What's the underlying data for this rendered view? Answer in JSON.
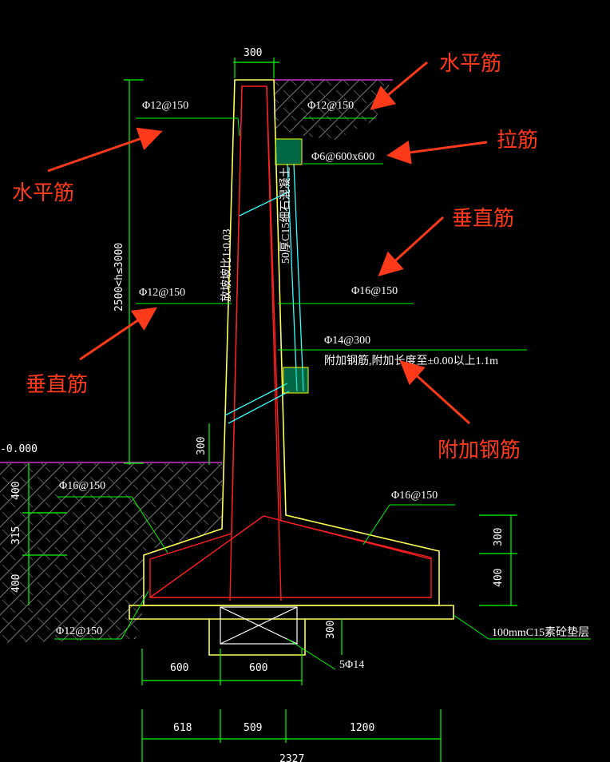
{
  "colors": {
    "background": "#000000",
    "dimension": "#00ff00",
    "wall": "#ffff55",
    "rebar": "#ff2020",
    "annotation": "#ff3a1a",
    "ground": "#cc33cc",
    "tie": "#33ffff"
  },
  "dims": {
    "top_width": "300",
    "height_range": "2500<h≤3000",
    "base_300": "300",
    "ground_level": "-0.000",
    "left_400a": "400",
    "left_315": "315",
    "left_400b": "400",
    "right_300": "300",
    "right_400": "400",
    "key_300": "300",
    "bot_600": "600",
    "bot_600b": "600",
    "total_618": "618",
    "total_509": "509",
    "total_1200": "1200",
    "total_2327": "2327"
  },
  "labels": {
    "rebar_tl": "Φ12@150",
    "rebar_tr": "Φ12@150",
    "tie_spec": "Φ6@600x600",
    "slope_left": "放坡坡比1:0.03",
    "slope_right": "50厚C15细石混凝土",
    "vert_left": "Φ12@150",
    "vert_right": "Φ16@150",
    "add_spec": "Φ14@300",
    "add_note": "附加钢筋,附加长度至±0.00以上1.1m",
    "base_left": "Φ16@150",
    "base_right": "Φ16@150",
    "base_bottom": "Φ12@150",
    "key_bars": "5Φ14",
    "cushion": "100mmC15素砼垫层"
  },
  "annotations": {
    "a1": "水平筋",
    "a2": "拉筋",
    "a3": "垂直筋",
    "a4": "水平筋",
    "a5": "垂直筋",
    "a6": "附加钢筋"
  }
}
